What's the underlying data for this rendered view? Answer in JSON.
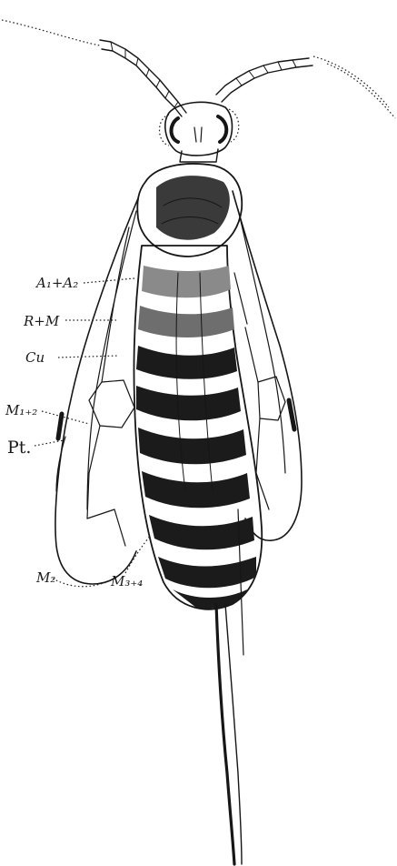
{
  "labels": {
    "a1a2": "A₁+A₂",
    "rm": "R+M",
    "cu": "Cu",
    "m12": "M₁₊₂",
    "pt": "Pt.",
    "m2": "M₂",
    "m34": "M₃₊₄"
  },
  "colors": {
    "ink": "#161616",
    "paper": "#ffffff",
    "shade": "#5a5a5a"
  }
}
